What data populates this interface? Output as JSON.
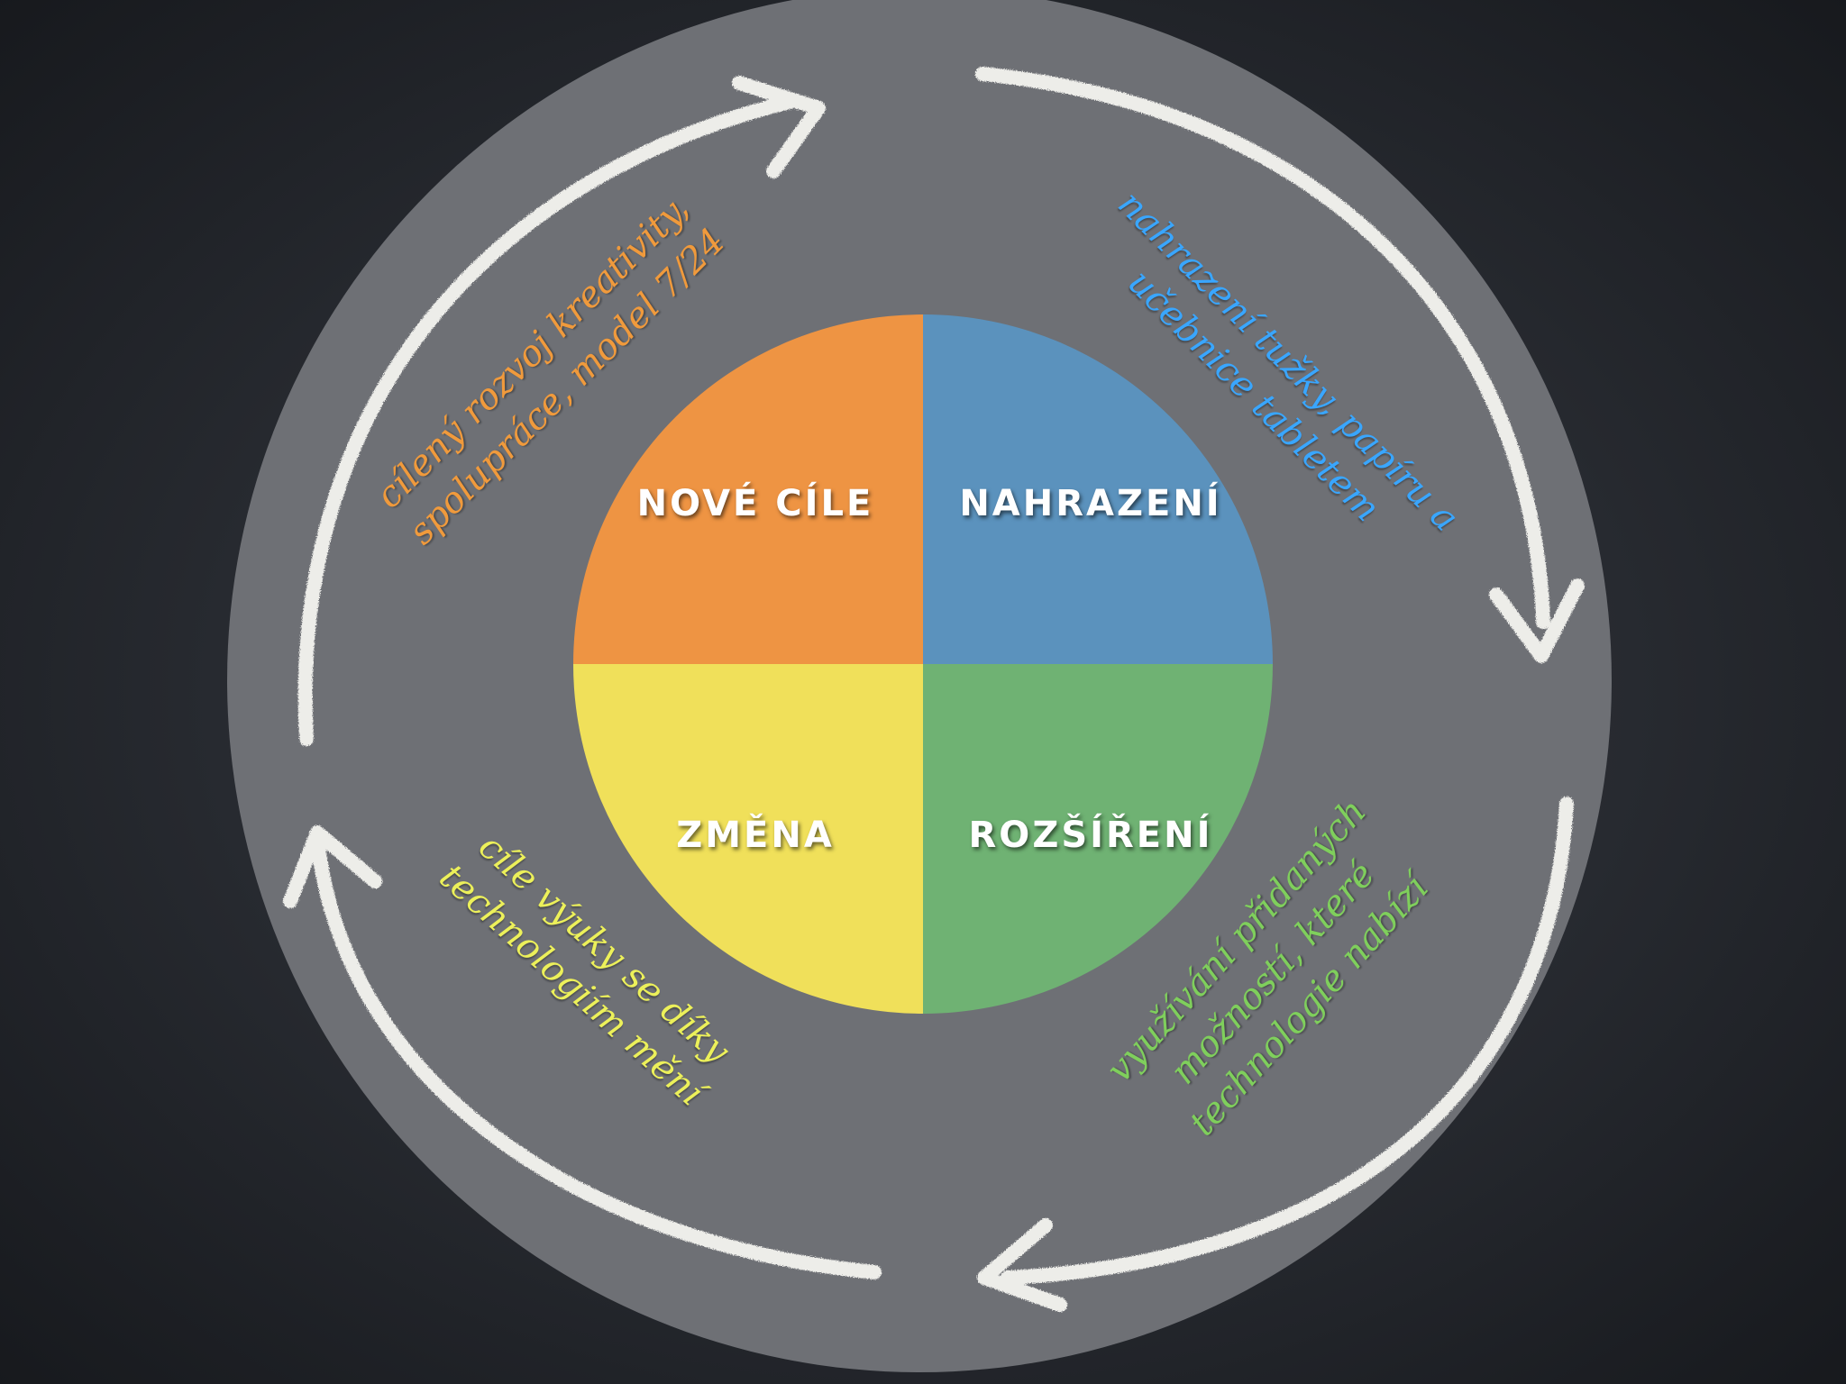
{
  "quadrants": {
    "top_left": {
      "label": "NOVÉ CÍLE"
    },
    "top_right": {
      "label": "NAHRAZENÍ"
    },
    "bottom_left": {
      "label": "ZMĚNA"
    },
    "bottom_right": {
      "label": "ROZŠÍŘENÍ"
    }
  },
  "captions": {
    "top_left": {
      "lines": [
        "cílený rozvoj kreativity,",
        "spolupráce, model 7/24"
      ]
    },
    "top_right": {
      "lines": [
        "nahrazení tužky, papíru a",
        "učebnice tabletem"
      ]
    },
    "bottom_left": {
      "lines": [
        "cíle výuky se díky",
        "technologiím mění"
      ]
    },
    "bottom_right": {
      "lines": [
        "využívání přidaných",
        "možností, které",
        "technologie nabízí"
      ]
    }
  },
  "colors": {
    "board": "#1a1d22",
    "outer_circle": "#6e7075",
    "chalk": "#f4f4f0",
    "orange": "#ee9443",
    "blue": "#5b92bd",
    "yellow": "#f0e05a",
    "green": "#6fb273",
    "caption_orange": "#f09a3c",
    "caption_blue": "#39a6ff",
    "caption_yellow": "#ecf05a",
    "caption_green": "#7fcf5c"
  }
}
